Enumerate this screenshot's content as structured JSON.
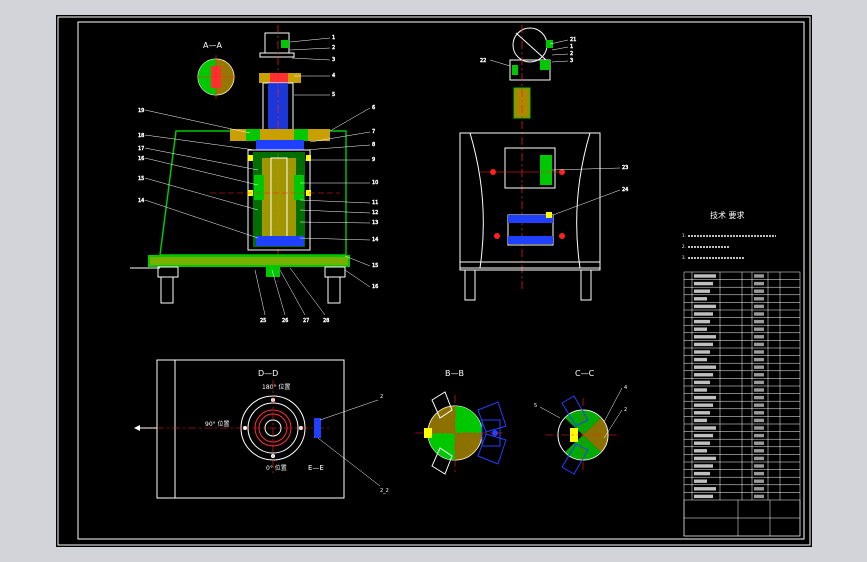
{
  "drawing": {
    "background": "#000000",
    "frame_color": "#ffffff",
    "colors": {
      "outline": "#ffffff",
      "body": "#00c800",
      "hatch": "#c8a000",
      "center_line": "#ff2020",
      "blue": "#2040ff",
      "yellow": "#ffff00",
      "magenta": "#ff00ff",
      "cyan": "#00d0ff",
      "red_detail": "#ff3030"
    }
  },
  "views": {
    "section_aa": "A—A",
    "section_bb": "B—B",
    "section_cc": "C—C",
    "section_dd": "D—D",
    "section_ee": "E—E",
    "angle_180": "180° 位置",
    "angle_90": "90° 位置",
    "angle_0": "0° 位置"
  },
  "callouts_main_right": [
    "1",
    "2",
    "3",
    "4",
    "5",
    "6",
    "7",
    "8",
    "9",
    "10",
    "11",
    "12",
    "13",
    "14",
    "15",
    "16"
  ],
  "callouts_main_left": [
    "19",
    "18",
    "17",
    "16",
    "15",
    "14"
  ],
  "callouts_main_bottom": [
    "25",
    "26",
    "27",
    "28"
  ],
  "callouts_side": [
    "22",
    "21",
    "1",
    "2",
    "3",
    "23",
    "24"
  ],
  "callouts_misc": [
    "2",
    "2_2",
    "4",
    "5",
    "2"
  ],
  "technical_requirements": {
    "title": "技术 要求",
    "items": [
      "1.",
      "2.",
      "3."
    ]
  },
  "title_block": {
    "rows": 30
  }
}
